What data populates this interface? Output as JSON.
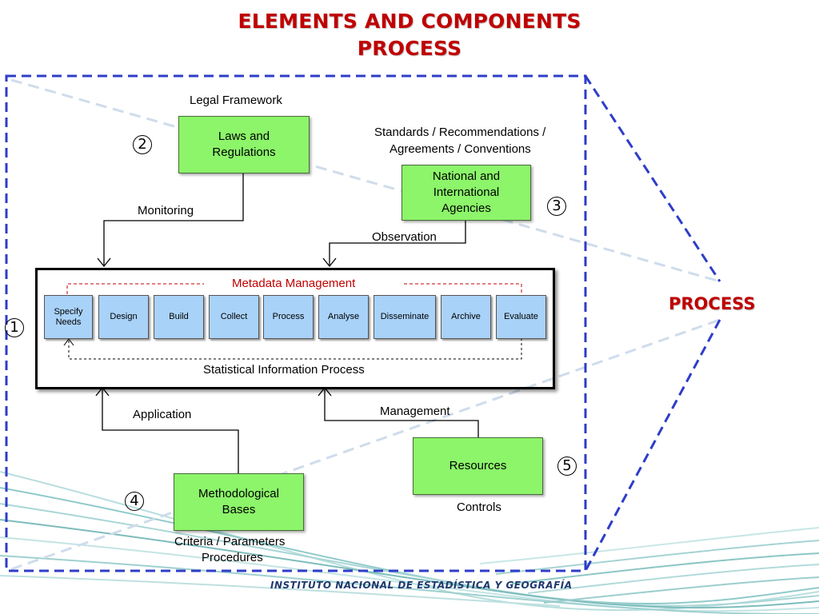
{
  "title": [
    "ELEMENTS AND COMPONENTS",
    "PROCESS"
  ],
  "side_label": "PROCESS",
  "footer": "INSTITUTO NACIONAL  DE ESTADÍSTICA Y GEOGRAFÍA",
  "legal_framework": "Legal Framework",
  "laws_box": "Laws and\nRegulations",
  "standards_label": [
    "Standards / Recommendations /",
    "Agreements  / Conventions"
  ],
  "agencies_box": "National and\nInternational\nAgencies",
  "monitoring": "Monitoring",
  "observation": "Observation",
  "metadata_management": "Metadata Management",
  "steps": [
    {
      "label": "Specify\nNeeds"
    },
    {
      "label": "Design"
    },
    {
      "label": "Build"
    },
    {
      "label": "Collect"
    },
    {
      "label": "Process"
    },
    {
      "label": "Analyse"
    },
    {
      "label": "Disseminate"
    },
    {
      "label": "Archive"
    },
    {
      "label": "Evaluate"
    }
  ],
  "statistical_information_process": "Statistical Information Process",
  "application": "Application",
  "management": "Management",
  "resources_box": "Resources",
  "controls": "Controls",
  "methodological_box": "Methodological\nBases",
  "criteria_label": [
    "Criteria / Parameters",
    "Procedures"
  ],
  "numbers": [
    "1",
    "2",
    "3",
    "4",
    "5"
  ],
  "colors": {
    "title": "#C00000",
    "box_green": "#8CF56A",
    "step_blue": "#A9D2F9",
    "dash_blue": "#2E3DC8",
    "footer": "#1F3A6E"
  }
}
